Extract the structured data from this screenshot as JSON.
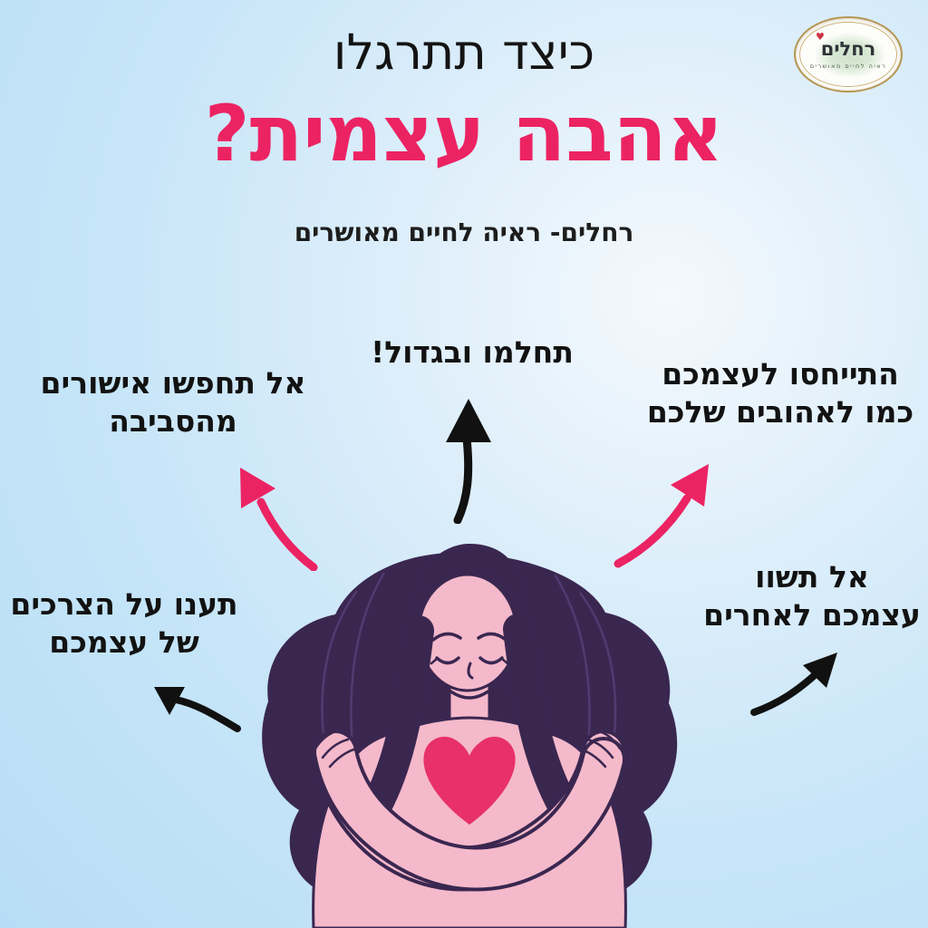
{
  "header": {
    "pretitle": "כיצד תתרגלו",
    "title": "אהבה עצמית?",
    "subtitle": "רחלים- ראיה לחיים מאושרים"
  },
  "logo": {
    "name": "רחלים",
    "tagline": "ראיה לחיים מאושרים",
    "heart_glyph": "♥"
  },
  "tips": {
    "dream_big": {
      "line1": "תחלמו ובגדול!"
    },
    "no_external_approval": {
      "line1": "אל תחפשו אישורים",
      "line2": "מהסביבה"
    },
    "treat_like_loved_ones": {
      "line1": "התייחסו לעצמכם",
      "line2": "כמו לאהובים שלכם"
    },
    "meet_own_needs": {
      "line1": "תענו על הצרכים",
      "line2": "של עצמכם"
    },
    "dont_compare": {
      "line1": "אל תשוו",
      "line2": "עצמכם לאחרים"
    }
  },
  "illustration": {
    "name": "woman-hugging-herself-with-heart"
  },
  "colors": {
    "accent_pink": "#ec2363",
    "text_black": "#121212",
    "background_blue": "#bfe2f7",
    "hair_purple": "#3a2750",
    "skin_pink": "#f4b9cb",
    "heart_pink": "#e8306b",
    "logo_gold": "#b59755",
    "logo_green": "#cfe2cc"
  }
}
